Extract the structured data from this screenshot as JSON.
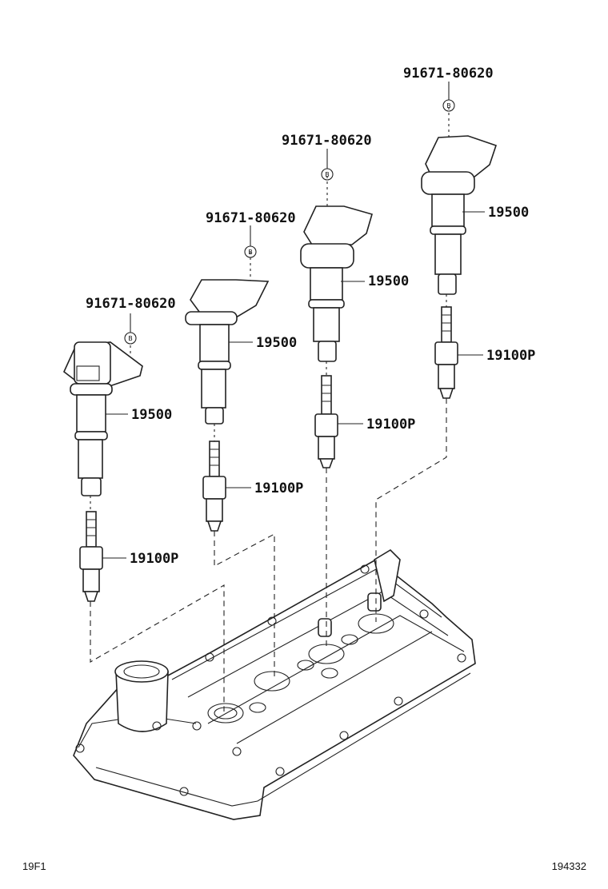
{
  "bolt_symbol": "B",
  "callouts": [
    {
      "id": "bolt-1",
      "text": "91671-80620"
    },
    {
      "id": "bolt-2",
      "text": "91671-80620"
    },
    {
      "id": "bolt-3",
      "text": "91671-80620"
    },
    {
      "id": "bolt-4",
      "text": "91671-80620"
    },
    {
      "id": "coil-1",
      "text": "19500"
    },
    {
      "id": "coil-2",
      "text": "19500"
    },
    {
      "id": "coil-3",
      "text": "19500"
    },
    {
      "id": "coil-4",
      "text": "19500"
    },
    {
      "id": "plug-1",
      "text": "19100P"
    },
    {
      "id": "plug-2",
      "text": "19100P"
    },
    {
      "id": "plug-3",
      "text": "19100P"
    },
    {
      "id": "plug-4",
      "text": "19100P"
    }
  ],
  "footer": {
    "left_code": "19F1",
    "right_code": "194332"
  }
}
